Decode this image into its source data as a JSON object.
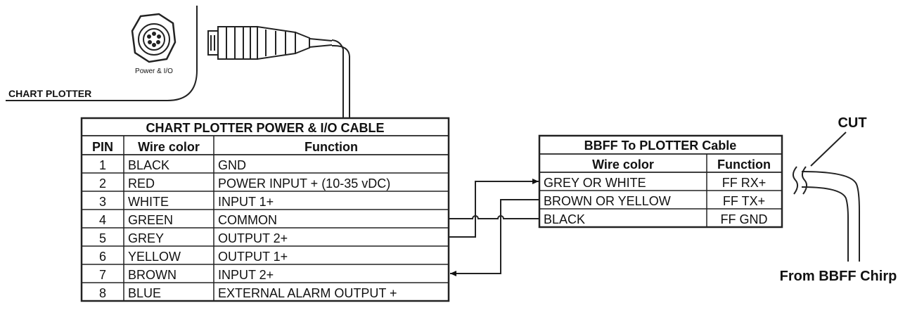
{
  "device": {
    "connector_label": "Power & I/O",
    "panel_label": "CHART PLOTTER"
  },
  "main_table": {
    "title": "CHART PLOTTER POWER & I/O CABLE",
    "headers": [
      "PIN",
      "Wire color",
      "Function"
    ],
    "rows": [
      {
        "pin": "1",
        "color": "BLACK",
        "function": "GND"
      },
      {
        "pin": "2",
        "color": "RED",
        "function": "POWER INPUT + (10-35 vDC)"
      },
      {
        "pin": "3",
        "color": "WHITE",
        "function": "INPUT 1+"
      },
      {
        "pin": "4",
        "color": "GREEN",
        "function": "COMMON"
      },
      {
        "pin": "5",
        "color": "GREY",
        "function": "OUTPUT 2+"
      },
      {
        "pin": "6",
        "color": "YELLOW",
        "function": "OUTPUT 1+"
      },
      {
        "pin": "7",
        "color": "BROWN",
        "function": "INPUT 2+"
      },
      {
        "pin": "8",
        "color": "BLUE",
        "function": "EXTERNAL ALARM OUTPUT +"
      }
    ]
  },
  "bbff_table": {
    "title": "BBFF To PLOTTER Cable",
    "headers": [
      "Wire color",
      "Function"
    ],
    "rows": [
      {
        "color": "GREY OR WHITE",
        "function": "FF RX+"
      },
      {
        "color": "BROWN OR YELLOW",
        "function": "FF TX+"
      },
      {
        "color": "BLACK",
        "function": "FF GND"
      }
    ]
  },
  "labels": {
    "cut": "CUT",
    "source": "From BBFF Chirp"
  }
}
